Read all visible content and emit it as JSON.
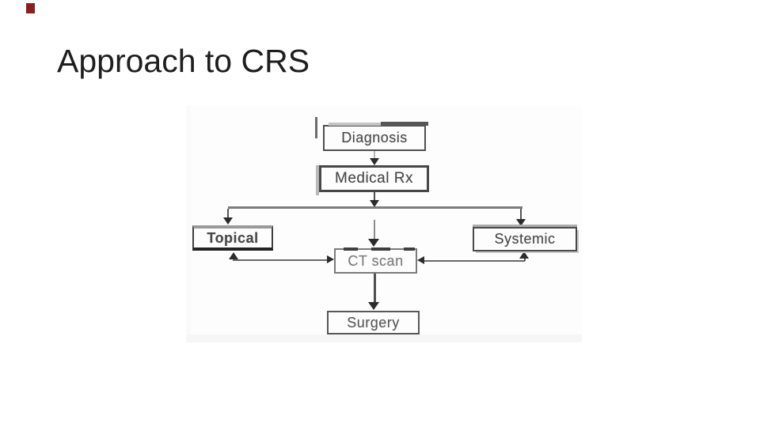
{
  "slide": {
    "title": "Approach to CRS",
    "background_color": "#ffffff",
    "accent_mark_color": "#8a1f1f",
    "title_color": "#1e1e1e"
  },
  "flowchart": {
    "type": "flowchart",
    "style": "scanned grayscale diagram",
    "line_color": "#4d4d4d",
    "arrow_color": "#2c2c2c",
    "nodes": {
      "diagnosis": {
        "label": "Diagnosis"
      },
      "medical_rx": {
        "label": "Medical Rx"
      },
      "topical": {
        "label": "Topical"
      },
      "systemic": {
        "label": "Systemic"
      },
      "ct_scan": {
        "label": "CT scan"
      },
      "surgery": {
        "label": "Surgery"
      }
    },
    "edges": [
      "Diagnosis -> Medical Rx",
      "Medical Rx -> Topical",
      "Medical Rx -> Systemic",
      "Medical Rx -> CT scan",
      "Topical <-> CT scan",
      "Systemic <-> CT scan",
      "CT scan -> Surgery"
    ]
  }
}
